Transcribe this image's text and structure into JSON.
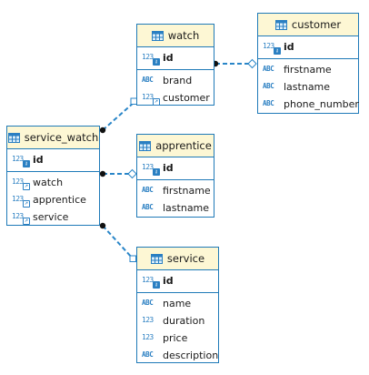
{
  "entities": {
    "watch": {
      "name": "watch",
      "pk": [
        {
          "name": "id",
          "type": "123"
        }
      ],
      "columns": [
        {
          "name": "brand",
          "type": "ABC"
        },
        {
          "name": "customer",
          "type": "123",
          "fk": true
        }
      ]
    },
    "customer": {
      "name": "customer",
      "pk": [
        {
          "name": "id",
          "type": "123"
        }
      ],
      "columns": [
        {
          "name": "firstname",
          "type": "ABC"
        },
        {
          "name": "lastname",
          "type": "ABC"
        },
        {
          "name": "phone_number",
          "type": "ABC"
        }
      ]
    },
    "service_watch": {
      "name": "service_watch",
      "pk": [
        {
          "name": "id",
          "type": "123"
        }
      ],
      "columns": [
        {
          "name": "watch",
          "type": "123",
          "fk": true
        },
        {
          "name": "apprentice",
          "type": "123",
          "fk": true
        },
        {
          "name": "service",
          "type": "123",
          "fk": true
        }
      ]
    },
    "apprentice": {
      "name": "apprentice",
      "pk": [
        {
          "name": "id",
          "type": "123"
        }
      ],
      "columns": [
        {
          "name": "firstname",
          "type": "ABC"
        },
        {
          "name": "lastname",
          "type": "ABC"
        }
      ]
    },
    "service": {
      "name": "service",
      "pk": [
        {
          "name": "id",
          "type": "123"
        }
      ],
      "columns": [
        {
          "name": "name",
          "type": "ABC"
        },
        {
          "name": "duration",
          "type": "123"
        },
        {
          "name": "price",
          "type": "123"
        },
        {
          "name": "description",
          "type": "ABC"
        }
      ]
    }
  },
  "relationships": [
    {
      "from": "service_watch",
      "to": "watch",
      "end_marker": "square"
    },
    {
      "from": "watch",
      "to": "customer",
      "end_marker": "diamond"
    },
    {
      "from": "service_watch",
      "to": "apprentice",
      "end_marker": "diamond"
    },
    {
      "from": "service_watch",
      "to": "service",
      "end_marker": "square"
    }
  ],
  "colors": {
    "border": "#1f7ab8",
    "header_bg": "#fdf7d4",
    "connector": "#2a86c8",
    "icon": "#2a7fc2"
  }
}
